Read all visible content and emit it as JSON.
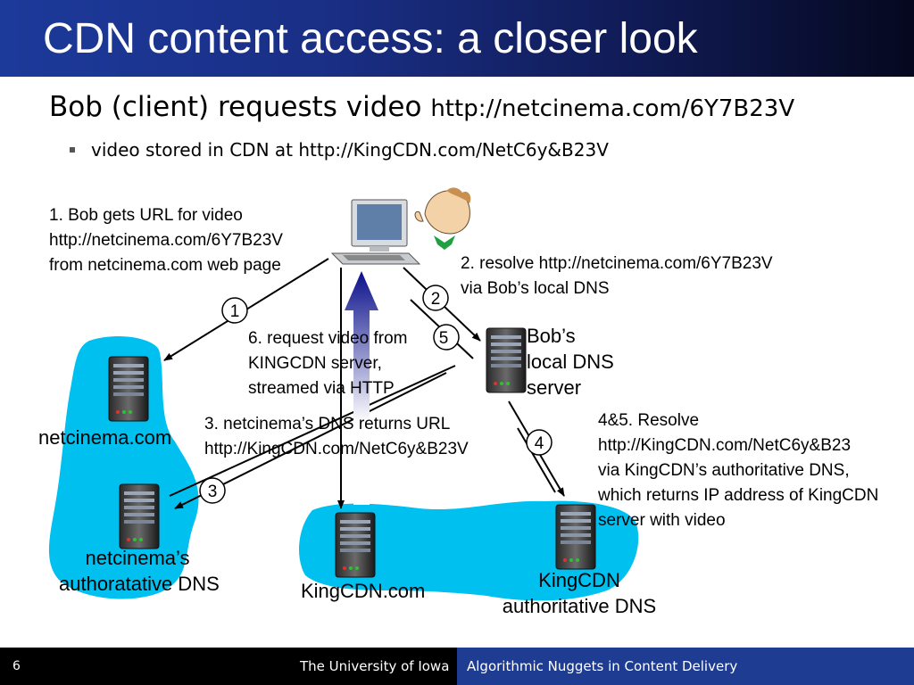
{
  "slide": {
    "title": "CDN content access: a closer look",
    "subtitle_main": "Bob (client) requests video ",
    "subtitle_url": "http://netcinema.com/6Y7B23V",
    "bullet": "video stored in CDN at http://KingCDN.com/NetC6y&B23V"
  },
  "labels": {
    "step1": [
      "1. Bob gets URL for video",
      "http://netcinema.com/6Y7B23V",
      "from netcinema.com web page"
    ],
    "step2": [
      "2. resolve http://netcinema.com/6Y7B23V",
      "via Bob’s local DNS"
    ],
    "step3": [
      "3. netcinema’s DNS returns URL",
      "http://KingCDN.com/NetC6y&B23V"
    ],
    "step45": [
      "4&5. Resolve",
      "http://KingCDN.com/NetC6y&B23",
      "via KingCDN’s authoritative DNS,",
      "which returns IP address of KingCDN",
      "server  with video"
    ],
    "step6": [
      "6. request video from",
      "KINGCDN server,",
      "streamed via HTTP"
    ],
    "netcinema": "netcinema.com",
    "netcinema_dns": [
      "netcinema’s",
      "authoratative DNS"
    ],
    "kingcdn": "KingCDN.com",
    "kingcdn_dns": [
      "KingCDN",
      "authoritative DNS"
    ],
    "local_dns": [
      "Bob’s",
      "local DNS",
      "server"
    ]
  },
  "step_numbers": [
    "1",
    "2",
    "3",
    "4",
    "5"
  ],
  "icons": [
    "server-icon",
    "desktop-computer-icon",
    "person-icon",
    "cloud-icon"
  ],
  "colors": {
    "cloud": "#00c0f0",
    "title_bar": "#1a2f86",
    "footer_right": "#1d3c92",
    "arrow_up": "#0a0f8a"
  },
  "footer": {
    "page": "6",
    "university": "The University of Iowa",
    "course": "Algorithmic Nuggets in Content Delivery"
  }
}
